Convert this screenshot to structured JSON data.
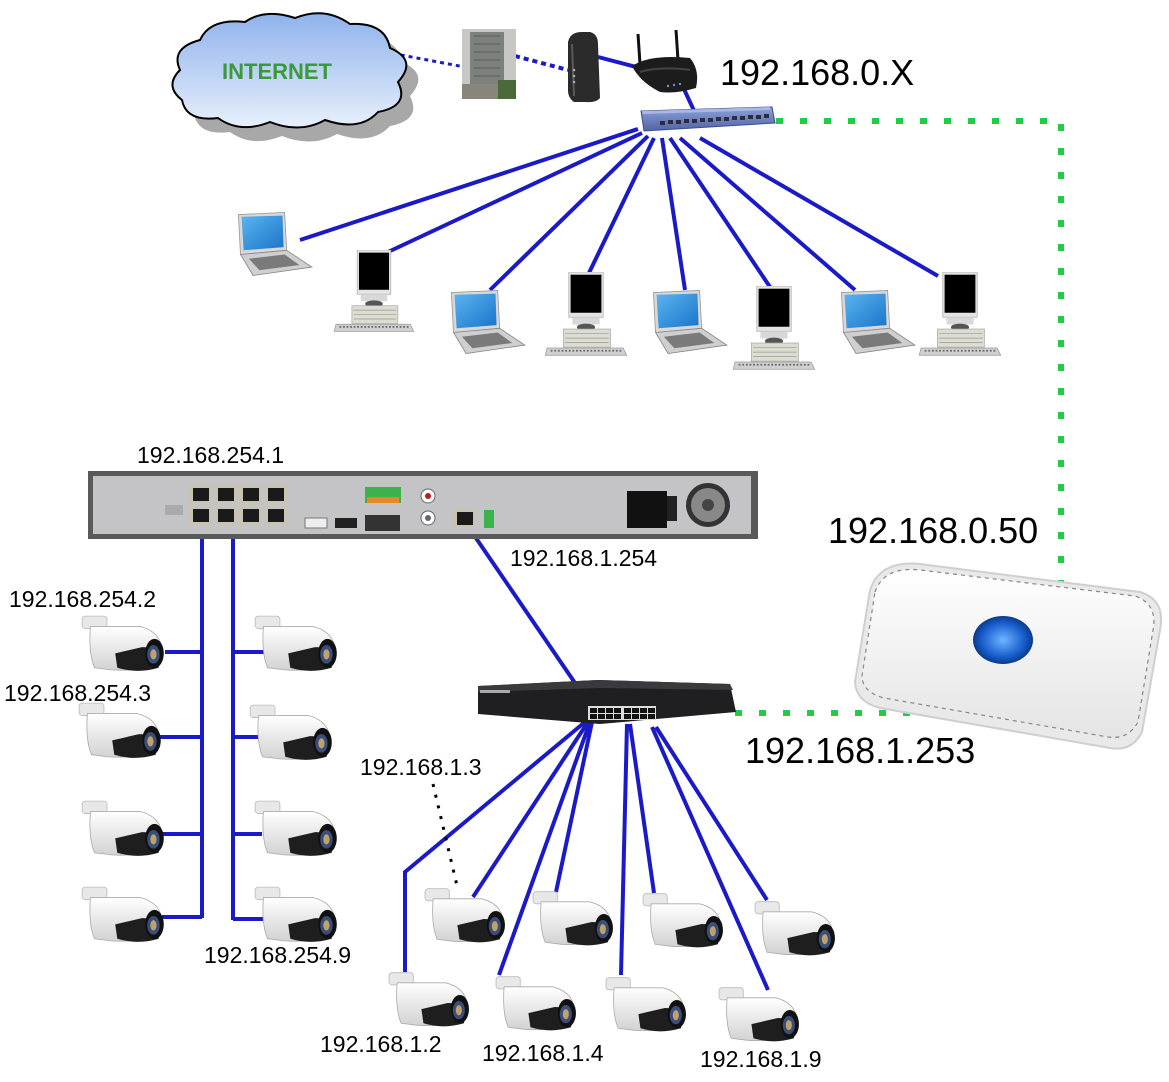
{
  "title": "Network diagram: office LAN and NVR camera network",
  "colors": {
    "link": "#1a1ac8",
    "link_dotted_blue": "#1a1ac8",
    "bridge_green": "#22cc44",
    "dotted_black": "#000000",
    "cloud_fill": "#b9cff2",
    "internet_text": "#3a9a3a"
  },
  "internet": {
    "label": "INTERNET",
    "icon": "cloud-icon"
  },
  "isp": {
    "icon": "building-icon"
  },
  "modem": {
    "icon": "modem-icon"
  },
  "router": {
    "icon": "wifi-router-icon",
    "ip_label": "192.168.0.X"
  },
  "office_switch": {
    "icon": "network-switch-icon"
  },
  "office_devices": [
    {
      "type": "laptop",
      "icon": "laptop-icon"
    },
    {
      "type": "desktop",
      "icon": "desktop-pc-icon"
    },
    {
      "type": "laptop",
      "icon": "laptop-icon"
    },
    {
      "type": "desktop",
      "icon": "desktop-pc-icon"
    },
    {
      "type": "laptop",
      "icon": "laptop-icon"
    },
    {
      "type": "desktop",
      "icon": "desktop-pc-icon"
    },
    {
      "type": "laptop",
      "icon": "laptop-icon"
    },
    {
      "type": "desktop",
      "icon": "desktop-pc-icon"
    }
  ],
  "nvr": {
    "icon": "nvr-recorder-icon",
    "poe_ip_label": "192.168.254.1",
    "lan_ip_label": "192.168.1.254"
  },
  "nvr_cameras": {
    "labels": [
      "192.168.254.2",
      "192.168.254.3",
      "192.168.254.9"
    ],
    "count": 8,
    "icon": "bullet-camera-icon"
  },
  "access_point": {
    "icon": "wireless-bridge-icon",
    "office_ip_label": "192.168.0.50",
    "camera_ip_label": "192.168.1.253"
  },
  "camera_switch": {
    "icon": "poe-switch-icon"
  },
  "lan_cameras": {
    "labels": [
      "192.168.1.3",
      "192.168.1.2",
      "192.168.1.4",
      "192.168.1.9"
    ],
    "count": 8,
    "icon": "bullet-camera-icon"
  }
}
